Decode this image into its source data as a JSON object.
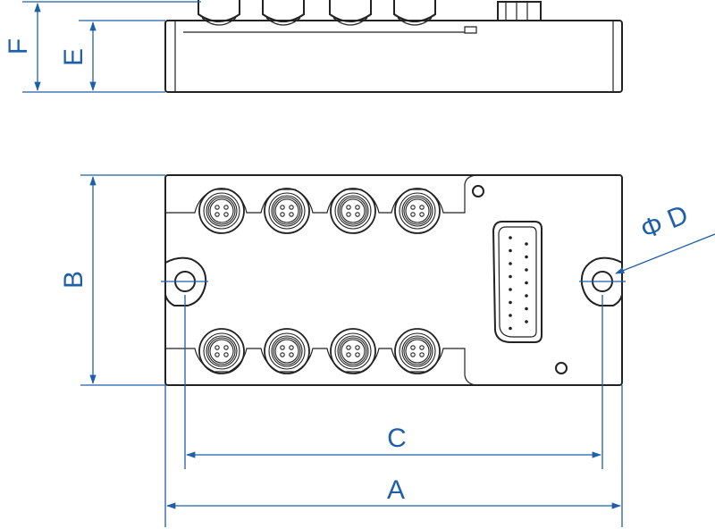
{
  "dimensions": {
    "A": "A",
    "B": "B",
    "C": "C",
    "D": "Φ D",
    "E": "E",
    "F": "F"
  },
  "colors": {
    "dimension": "#1f5fa8",
    "outline": "#222222"
  },
  "connectors": {
    "top_row": 4,
    "bottom_row": 4,
    "sub_d_pins": 15
  }
}
